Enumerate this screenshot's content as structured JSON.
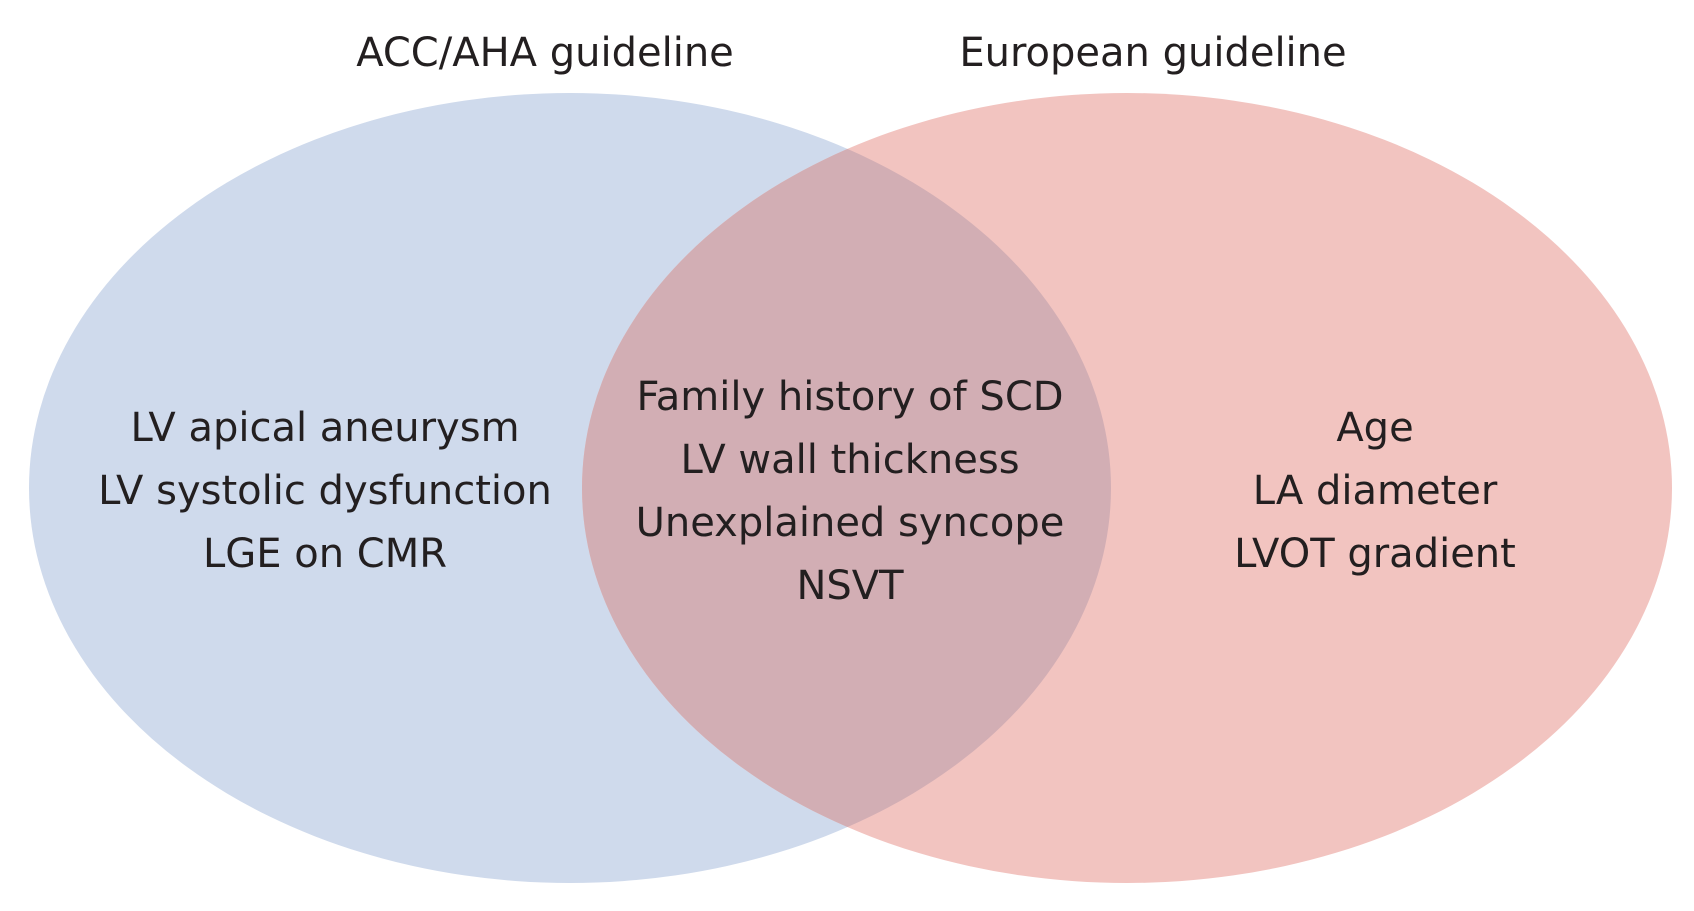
{
  "diagram": {
    "sets": [
      {
        "id": "left",
        "title": "ACC/AHA guideline",
        "color": "#cfdaec",
        "items": [
          "LV apical aneurysm",
          "LV systolic dysfunction",
          "LGE on CMR"
        ]
      },
      {
        "id": "right",
        "title": "European guideline",
        "color": "#f2c4c0",
        "items": [
          "Age",
          "LA diameter",
          "LVOT gradient"
        ]
      }
    ],
    "intersection": {
      "color": "#d2aeb4",
      "items": [
        "Family history of SCD",
        "LV wall thickness",
        "Unexplained syncope",
        "NSVT"
      ]
    }
  }
}
